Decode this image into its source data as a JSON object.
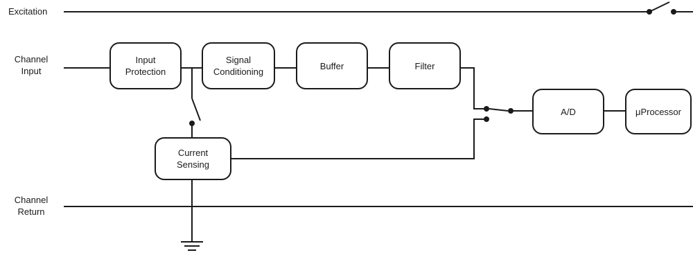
{
  "labels": {
    "excitation": "Excitation",
    "channel_input": "Channel\nInput",
    "channel_return": "Channel\nReturn"
  },
  "blocks": {
    "input_protection": "Input\nProtection",
    "signal_conditioning": "Signal\nConditioning",
    "buffer": "Buffer",
    "filter": "Filter",
    "current_sensing": "Current\nSensing",
    "ad": "A/D",
    "processor": "μProcessor"
  },
  "colors": {
    "line": "#1a1a1a",
    "background": "#ffffff"
  }
}
